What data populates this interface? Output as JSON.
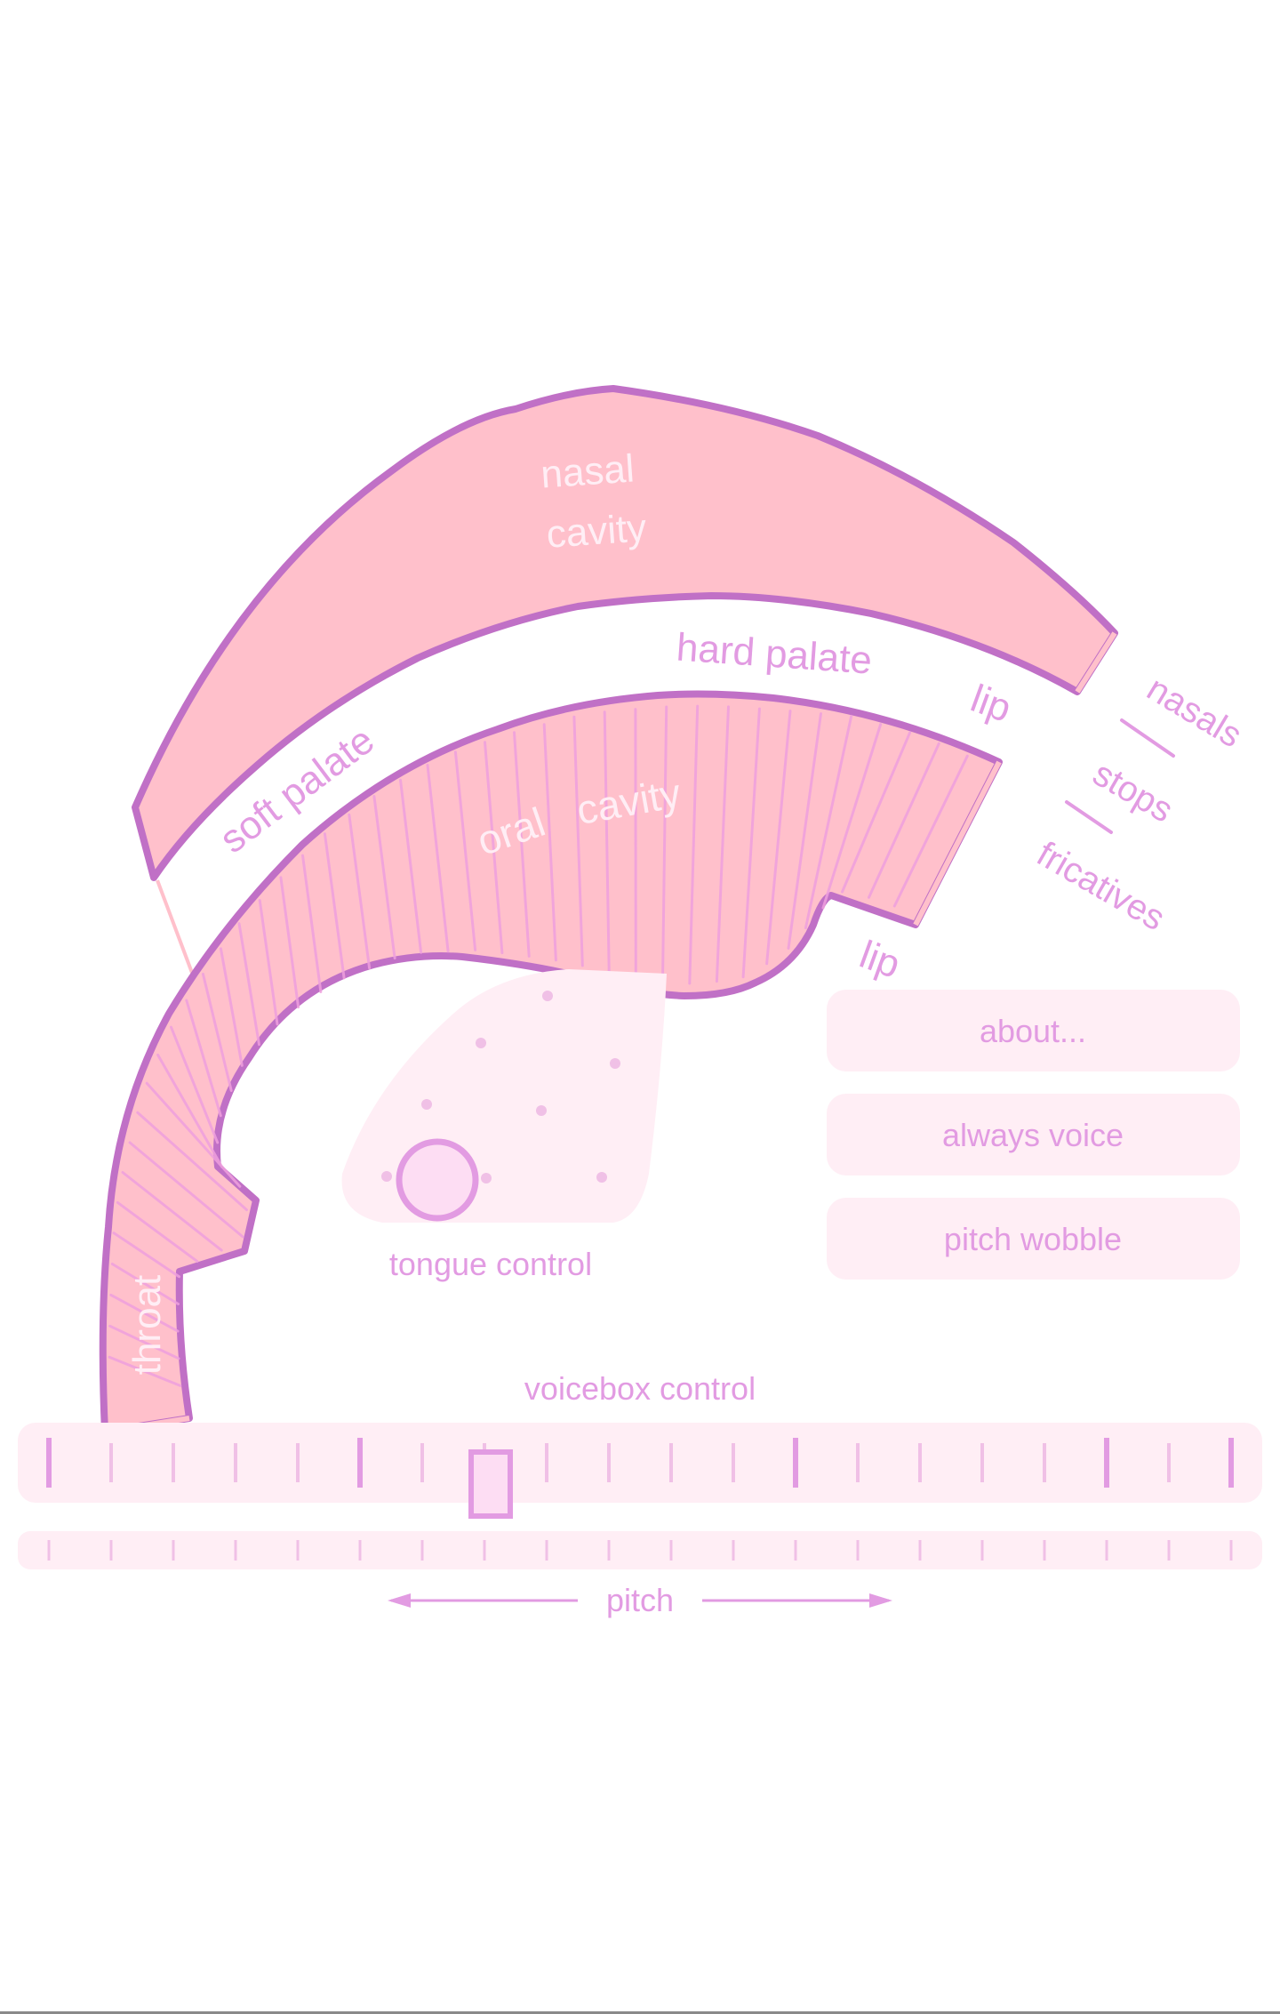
{
  "labels": {
    "nasal": "nasal",
    "cavity": "cavity",
    "hard_palate": "hard palate",
    "soft_palate": "soft palate",
    "oral": "oral",
    "oral_cavity": "cavity",
    "lip_upper": "lip",
    "lip_lower": "lip",
    "throat": "throat",
    "nasals": "nasals",
    "stops": "stops",
    "fricatives": "fricatives",
    "tongue_control": "tongue control",
    "voicebox_control": "voicebox control",
    "pitch": "pitch"
  },
  "buttons": {
    "about": "about...",
    "always_voice": "always voice",
    "pitch_wobble": "pitch wobble"
  },
  "colors": {
    "background": "#FFFFFF",
    "tract_fill": "#FFC0CB",
    "tract_outline": "#C070C6",
    "label_light": "#FFEEF5",
    "label_accent": "#E29BE2",
    "control_bg": "#FFEEF5"
  },
  "pitch_slider": {
    "value": 0.38
  }
}
